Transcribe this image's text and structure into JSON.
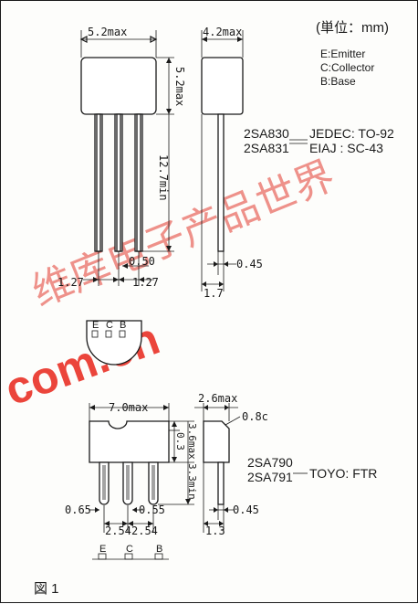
{
  "unit_note": "(単位：mm)",
  "legend": {
    "e": "E:Emitter",
    "c": "C:Collector",
    "b": "B:Base"
  },
  "to92": {
    "width_dim": "5.2max",
    "height_dim": "5.2max",
    "lead_dim": "12.7min",
    "side_width_dim": "4.2max",
    "pitch_left": "1.27",
    "pitch_right": "1.27",
    "lead_width": "0.50",
    "side_lead_dim": "0.45",
    "side_base_dim": "1.7",
    "pin_e": "E",
    "pin_c": "C",
    "pin_b": "B",
    "part_1": "2SA830",
    "part_2": "2SA831",
    "std_1": "JEDEC: TO-92",
    "std_2": "EIAJ   : SC-43"
  },
  "ftr": {
    "width_dim": "7.0max",
    "height_dim": "3.6max",
    "step_dim": "0.3",
    "lead_dim": "3.3min",
    "side_width_dim": "2.6max",
    "chamfer_dim": "0.8c",
    "lead_left": "0.65",
    "lead_right": "0.55",
    "pitch_1": "2.54",
    "pitch_2": "2.54",
    "side_lead_dim": "0.45",
    "side_base_dim": "1.3",
    "pin_e": "E",
    "pin_c": "C",
    "pin_b": "B",
    "part_1": "2SA790",
    "part_2": "2SA791",
    "std": "TOYO: FTR"
  },
  "figure_label": "図 1",
  "watermark": {
    "cn": "维库电子产品世界",
    "url": "com.cn"
  }
}
